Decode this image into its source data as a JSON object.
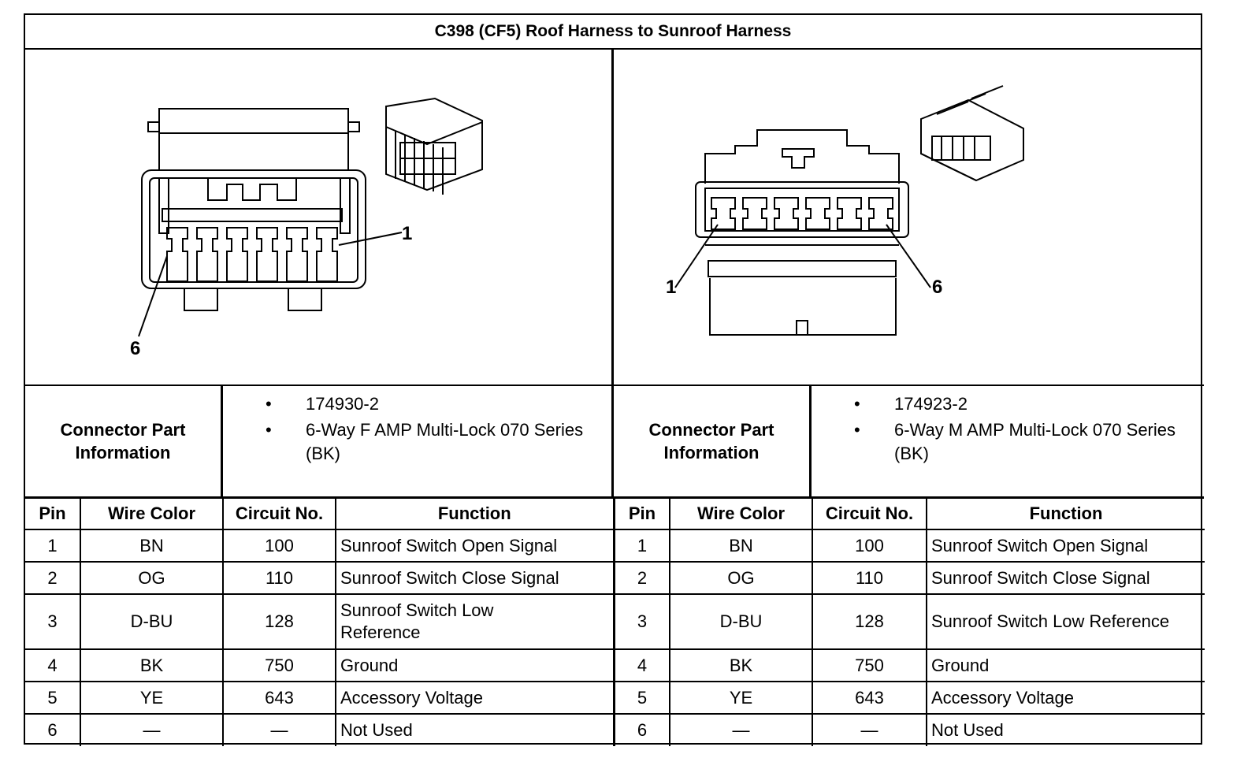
{
  "title": "C398 (CF5) Roof Harness to Sunroof Harness",
  "left": {
    "diagram": {
      "pin_first": "1",
      "pin_last": "6"
    },
    "info_label": "Connector Part\nInformation",
    "info_items": [
      "174930-2",
      "6-Way F AMP Multi-Lock 070 Series (BK)"
    ],
    "columns": [
      "Pin",
      "Wire Color",
      "Circuit No.",
      "Function"
    ],
    "rows": [
      {
        "pin": "1",
        "color": "BN",
        "circuit": "100",
        "function": "Sunroof Switch Open Signal"
      },
      {
        "pin": "2",
        "color": "OG",
        "circuit": "110",
        "function": "Sunroof Switch Close Signal"
      },
      {
        "pin": "3",
        "color": "D-BU",
        "circuit": "128",
        "function": "Sunroof Switch Low Reference"
      },
      {
        "pin": "4",
        "color": "BK",
        "circuit": "750",
        "function": "Ground"
      },
      {
        "pin": "5",
        "color": "YE",
        "circuit": "643",
        "function": "Accessory Voltage"
      },
      {
        "pin": "6",
        "color": "—",
        "circuit": "—",
        "function": "Not Used"
      }
    ]
  },
  "right": {
    "diagram": {
      "pin_first": "1",
      "pin_last": "6"
    },
    "info_label": "Connector Part\nInformation",
    "info_items": [
      "174923-2",
      "6-Way M AMP Multi-Lock 070 Series (BK)"
    ],
    "columns": [
      "Pin",
      "Wire Color",
      "Circuit No.",
      "Function"
    ],
    "rows": [
      {
        "pin": "1",
        "color": "BN",
        "circuit": "100",
        "function": "Sunroof Switch Open Signal"
      },
      {
        "pin": "2",
        "color": "OG",
        "circuit": "110",
        "function": "Sunroof Switch Close Signal"
      },
      {
        "pin": "3",
        "color": "D-BU",
        "circuit": "128",
        "function": "Sunroof Switch Low Reference"
      },
      {
        "pin": "4",
        "color": "BK",
        "circuit": "750",
        "function": "Ground"
      },
      {
        "pin": "5",
        "color": "YE",
        "circuit": "643",
        "function": "Accessory Voltage"
      },
      {
        "pin": "6",
        "color": "—",
        "circuit": "—",
        "function": "Not Used"
      }
    ]
  }
}
